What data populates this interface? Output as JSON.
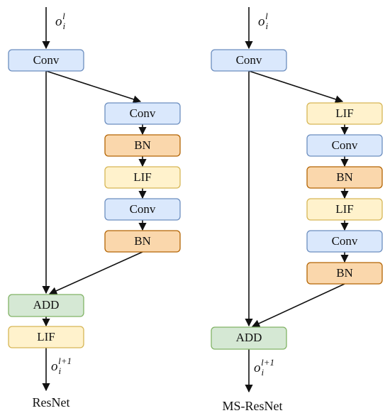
{
  "colors": {
    "conv_fill": "#dae8fc",
    "conv_stroke": "#6c8ebf",
    "bn_fill": "#fad7ac",
    "bn_stroke": "#b46504",
    "lif_fill": "#fff2cc",
    "lif_stroke": "#d6b656",
    "add_fill": "#d5e8d4",
    "add_stroke": "#82b366"
  },
  "resnet": {
    "input_label": {
      "base": "o",
      "sub": "i",
      "sup": "l"
    },
    "output_label": {
      "base": "o",
      "sub": "i",
      "sup": "l+1"
    },
    "blocks": {
      "conv_in": "Conv",
      "branch_conv1": "Conv",
      "branch_bn1": "BN",
      "branch_lif": "LIF",
      "branch_conv2": "Conv",
      "branch_bn2": "BN",
      "add": "ADD",
      "lif_out": "LIF"
    },
    "caption": "ResNet"
  },
  "msresnet": {
    "input_label": {
      "base": "o",
      "sub": "i",
      "sup": "l"
    },
    "output_label": {
      "base": "o",
      "sub": "i",
      "sup": "l+1"
    },
    "blocks": {
      "conv_in": "Conv",
      "branch_lif1": "LIF",
      "branch_conv1": "Conv",
      "branch_bn1": "BN",
      "branch_lif2": "LIF",
      "branch_conv2": "Conv",
      "branch_bn2": "BN",
      "add": "ADD"
    },
    "caption": "MS-ResNet"
  }
}
